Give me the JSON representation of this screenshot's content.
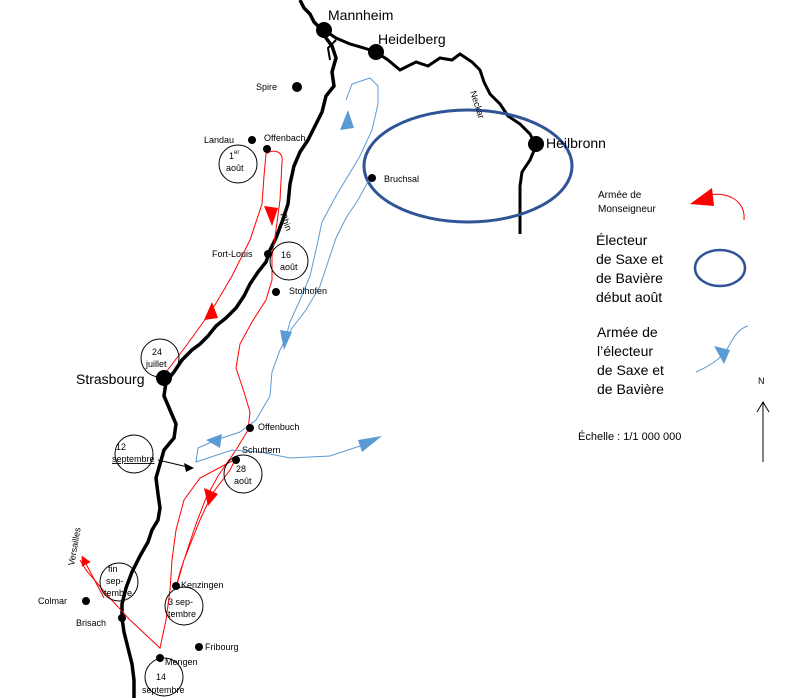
{
  "cities": {
    "mannheim": "Mannheim",
    "heidelberg": "Heidelberg",
    "heilbronn": "Heilbronn",
    "strasbourg": "Strasbourg",
    "spire": "Spire",
    "landau": "Landau",
    "offenbach": "Offenbach",
    "bruchsal": "Bruchsal",
    "fort_louis": "Fort-Louis",
    "stolhofen": "Stolhofen",
    "offenbuch": "Offenbuch",
    "schuttern": "Schuttern",
    "kenzingen": "Kenzingen",
    "fribourg": "Fribourg",
    "mengen": "Mengen",
    "colmar": "Colmar",
    "brisach": "Brisach"
  },
  "rivers": {
    "rhin": "Rhin",
    "neckar": "Neckar"
  },
  "dates": {
    "aout1_a": "1",
    "aout1_sup": "er",
    "aout1_b": "août",
    "aout16_a": "16",
    "aout16_b": "août",
    "juillet24_a": "24",
    "juillet24_b": "juillet",
    "aout28_a": "28",
    "aout28_b": "août",
    "sept12_a": "12",
    "sept12_b": "septembre",
    "sept3_a": "3 sep-",
    "sept3_b": "tembre",
    "sept14_a": "14",
    "sept14_b": "septembre",
    "finsept_a": "fin",
    "finsept_b": "sep-",
    "finsept_c": "tembre"
  },
  "versailles": "Versailles",
  "legend": {
    "monseigneur_1": "Armée de",
    "monseigneur_2": "Monseigneur",
    "electeur_1": "Électeur",
    "electeur_2": "de Saxe et",
    "electeur_3": "de Bavière",
    "electeur_4": "début août",
    "armee_elect_1": "Armée de",
    "armee_elect_2": "l’électeur",
    "armee_elect_3": "de Saxe et",
    "armee_elect_4": "de Bavière",
    "north": "N",
    "scale": "Échelle : 1/1 000 000"
  },
  "colors": {
    "monseigneur": "#ff0000",
    "electeur_zone": "#2f5597",
    "electeur_army": "#5b9bd5",
    "rivers": "#000000"
  }
}
